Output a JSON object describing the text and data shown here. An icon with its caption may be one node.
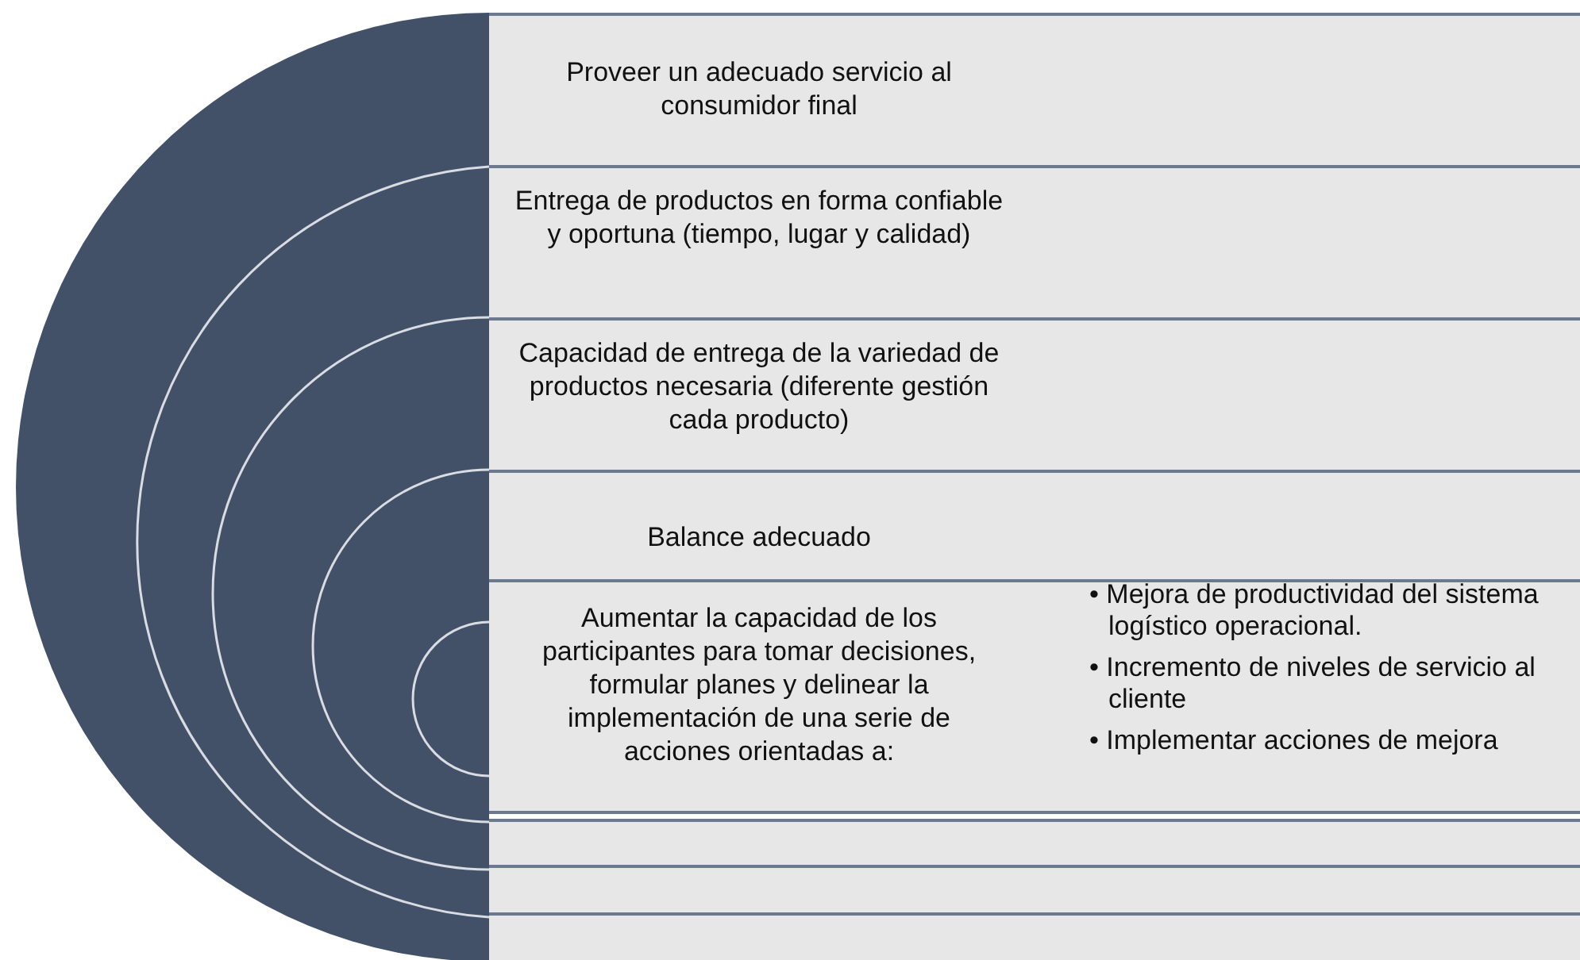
{
  "diagram": {
    "nodes": [
      {
        "text": [
          "Proveer un adecuado servicio al consumidor final"
        ]
      },
      {
        "text": [
          "Entrega de productos en forma confiable y oportuna (tiempo, lugar y calidad)"
        ]
      },
      {
        "text": [
          "Capacidad de entrega de la variedad de productos necesaria (diferente gestión cada producto)"
        ]
      },
      {
        "text": [
          "Balance adecuado"
        ]
      },
      {
        "text": [
          "Aumentar la capacidad de los participantes para tomar decisiones, formular planes y delinear la implementación de una serie de acciones orientadas a:",
          "• Mejora de productividad del sistema logístico operacional.",
          "• Incremento de niveles de servicio al cliente",
          "• Implementar acciones de mejora"
        ]
      },
      {
        "text": [],
        "shape": "box"
      },
      {
        "text": [],
        "shape": "box"
      },
      {
        "text": [],
        "shape": "box"
      }
    ]
  }
}
